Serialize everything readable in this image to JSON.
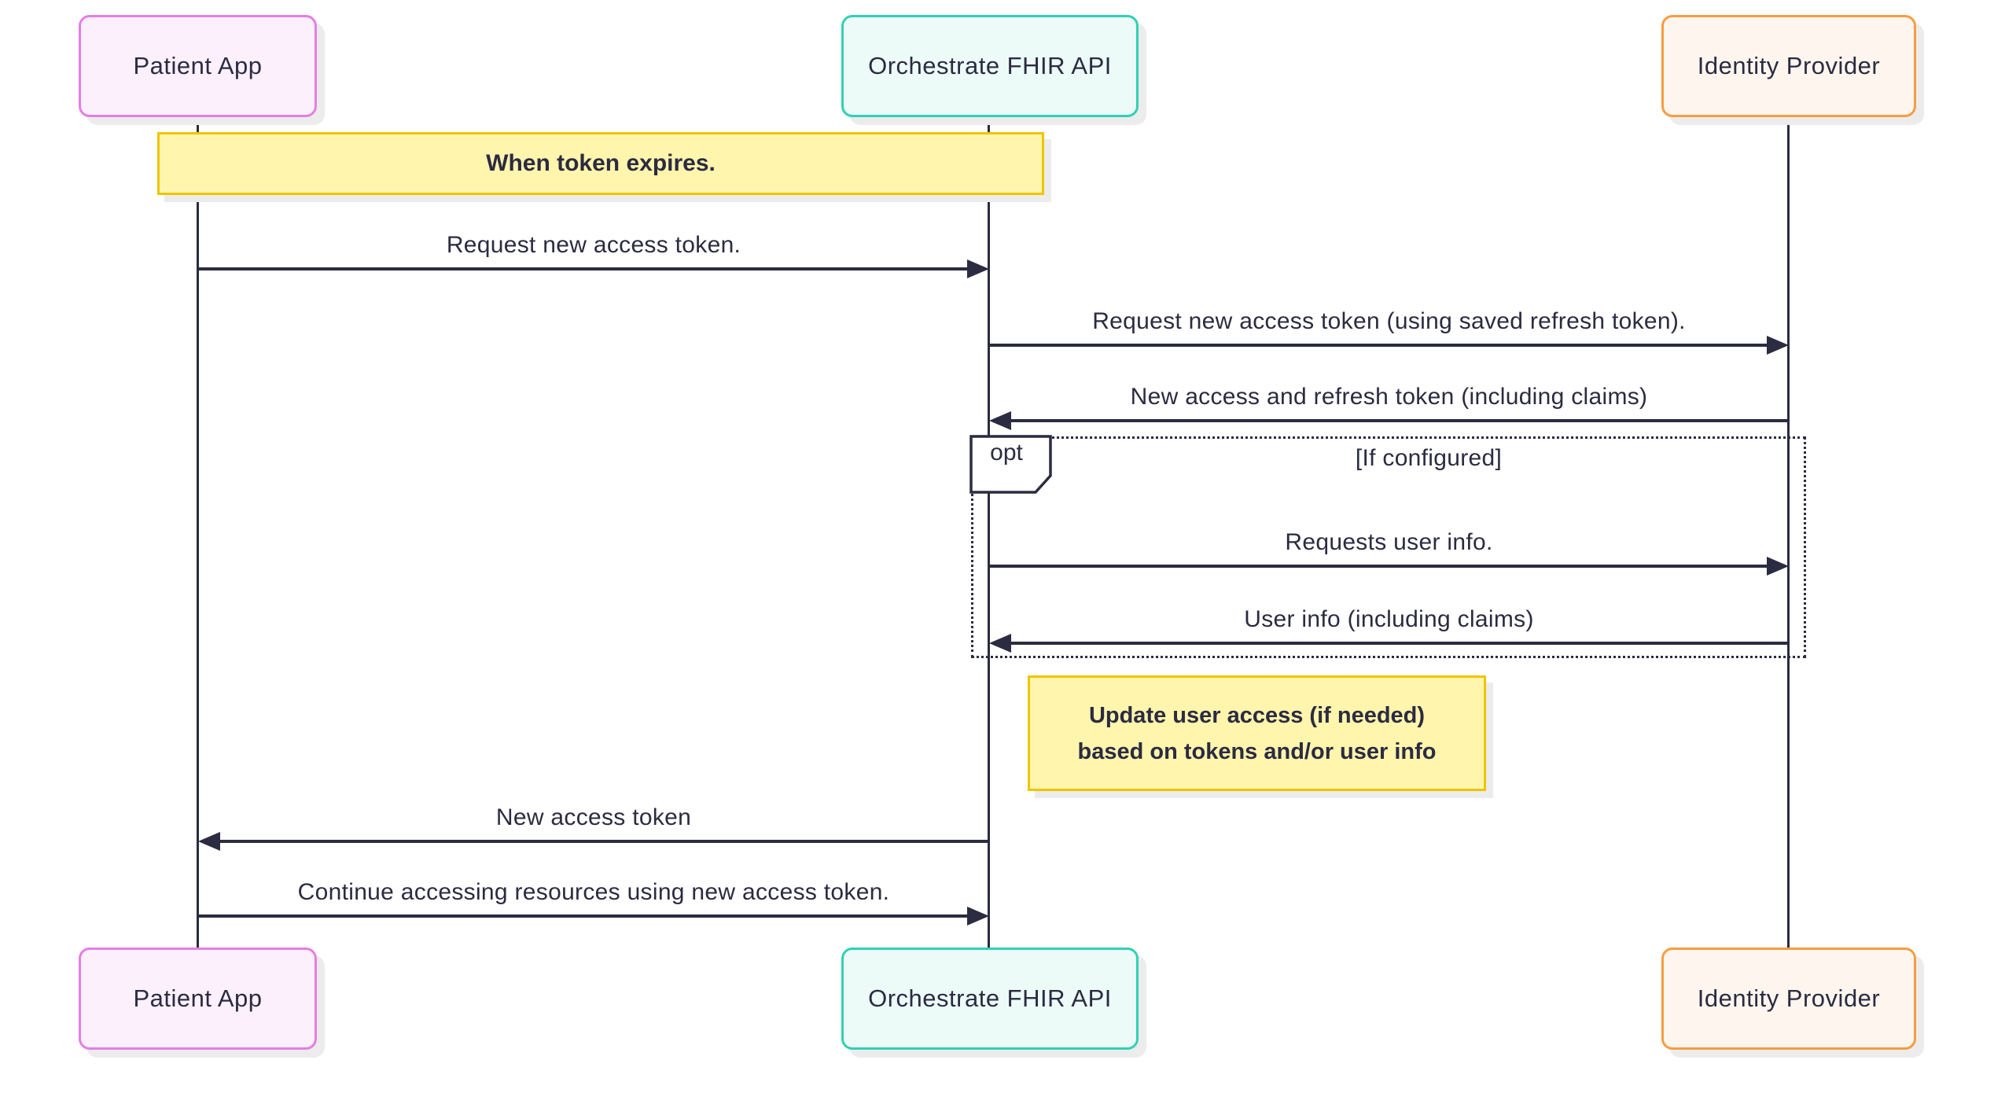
{
  "diagram": {
    "type": "sequence-diagram",
    "actors": [
      {
        "label": "Patient App"
      },
      {
        "label": "Orchestrate FHIR API"
      },
      {
        "label": "Identity Provider"
      }
    ],
    "notes": [
      {
        "text": "When token expires.",
        "placement": "over Patient App and Orchestrate FHIR API"
      },
      {
        "text": "Update user access (if needed)\nbased on tokens and/or user info",
        "placement": "right of Orchestrate FHIR API"
      }
    ],
    "opt_block": {
      "label": "opt",
      "guard": "[If configured]"
    },
    "messages": [
      {
        "from": "Patient App",
        "to": "Orchestrate FHIR API",
        "text": "Request new access token."
      },
      {
        "from": "Orchestrate FHIR API",
        "to": "Identity Provider",
        "text": "Request new access token (using saved refresh token)."
      },
      {
        "from": "Identity Provider",
        "to": "Orchestrate FHIR API",
        "text": "New access and refresh token (including claims)"
      },
      {
        "from": "Orchestrate FHIR API",
        "to": "Identity Provider",
        "text": "Requests user info."
      },
      {
        "from": "Identity Provider",
        "to": "Orchestrate FHIR API",
        "text": "User info (including claims)"
      },
      {
        "from": "Orchestrate FHIR API",
        "to": "Patient App",
        "text": "New access token"
      },
      {
        "from": "Patient App",
        "to": "Orchestrate FHIR API",
        "text": "Continue accessing resources using new access token."
      }
    ],
    "colors": {
      "background": "#ffffff",
      "line_and_text": "#2b2b41",
      "patient_fill": "#fbf0fb",
      "patient_border": "#e47ee4",
      "orchestrate_fill": "#ecfbf8",
      "orchestrate_border": "#2fd1b4",
      "identity_fill": "#fef6ee",
      "identity_border": "#f89c41",
      "note_fill": "#fff5ad",
      "note_border": "#eec500"
    }
  }
}
